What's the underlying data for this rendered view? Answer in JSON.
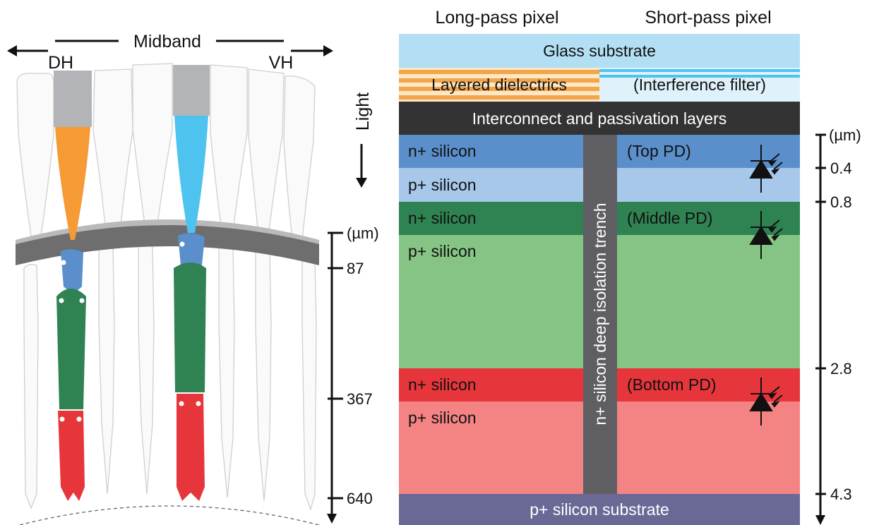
{
  "left_diagram": {
    "top_label": "Midband",
    "left_label": "DH",
    "right_label": "VH",
    "light_label": "Light",
    "scale": {
      "unit": "(µm)",
      "ticks": [
        "87",
        "367",
        "640"
      ]
    }
  },
  "right_diagram": {
    "header_left": "Long-pass pixel",
    "header_right": "Short-pass pixel",
    "layers": {
      "glass": "Glass substrate",
      "dielectrics": "Layered dielectrics",
      "interference": "(Interference filter)",
      "interconnect": "Interconnect and passivation layers",
      "n_top": "n+ silicon",
      "p_top": "p+ silicon",
      "n_mid": "n+ silicon",
      "p_mid": "p+ silicon",
      "n_bot": "n+ silicon",
      "p_bot": "p+ silicon",
      "substrate": "p+ silicon substrate"
    },
    "trench": "n+ silicon deep isolation trench",
    "photodiodes": {
      "top": "(Top PD)",
      "middle": "(Middle PD)",
      "bottom": "(Bottom PD)"
    },
    "scale": {
      "unit": "(µm)",
      "ticks": [
        "0.4",
        "0.8",
        "2.8",
        "4.3"
      ]
    }
  },
  "colors": {
    "glass": "#b3dff4",
    "dielectric_orange": "#f2a649",
    "interconnect": "#333333",
    "n_top": "#5b8fcc",
    "p_top": "#a7c8ea",
    "n_mid": "#2f8252",
    "p_mid": "#86c486",
    "n_bot": "#e7363b",
    "p_bot": "#f48383",
    "substrate": "#6a6996",
    "trench": "#5f5f63",
    "cone_orange": "#f59a35",
    "cone_blue": "#4fc3ef",
    "seg_blue": "#5b8fcc",
    "seg_green": "#2f8252",
    "seg_red": "#e7363b"
  }
}
